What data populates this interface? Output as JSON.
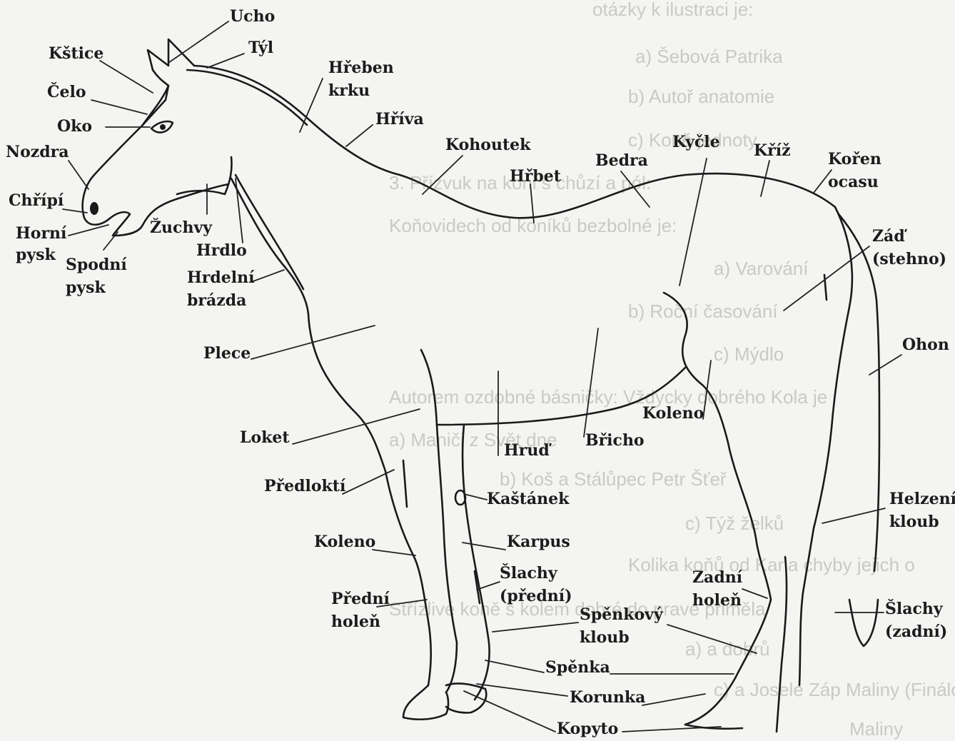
{
  "background_text": [
    "otázky k ilustraci je:",
    "a) Šebová Patrika",
    "b) Autoř anatomie",
    "c) Koně jednoty",
    "3. Přízvuk na koni s chůzí a pól:",
    "Koňovidech od koníků bezbolné je:",
    "a) Varování",
    "b) Roční časování",
    "c) Mýdlo",
    "Autorem ozdobné básničky: Vždycky dobrého Kola je",
    "a) Maniči z Svět dne",
    "b) Koš a Stálůpec Petr Šťeř",
    "c) Týž želků",
    "Kolika koňů od Karla chyby jejich o",
    "Střízlivé koně s kolem dobré do pravé přiměla",
    "a) a dobrů",
    "c) a Josele Záp                    Maliny (Finálové)",
    "Maliny"
  ],
  "labels": {
    "ucho": "Ucho",
    "tyl": "Týl",
    "kstice": "Kštice",
    "celo": "Čelo",
    "oko": "Oko",
    "nozdra": "Nozdra",
    "chripi": "Chřípí",
    "horni_pysk_1": "Horní",
    "horni_pysk_2": "pysk",
    "spodni_pysk_1": "Spodní",
    "spodni_pysk_2": "pysk",
    "zuchvy": "Žuchvy",
    "hrdlo": "Hrdlo",
    "hrdelni_brazda_1": "Hrdelní",
    "hrdelni_brazda_2": "brázda",
    "hreben_krku_1": "Hřeben",
    "hreben_krku_2": "krku",
    "hriva": "Hříva",
    "kohoutek": "Kohoutek",
    "hrbet": "Hřbet",
    "bedra": "Bedra",
    "kycle": "Kyčle",
    "kriz": "Kříž",
    "koren_ocasu_1": "Kořen",
    "koren_ocasu_2": "ocasu",
    "zad_1": "Záď",
    "zad_2": "(stehno)",
    "ohon": "Ohon",
    "plece": "Plece",
    "loket": "Loket",
    "hrud": "Hruď",
    "bricho": "Břicho",
    "koleno_zadni": "Koleno",
    "predlokti": "Předloktí",
    "kastanek": "Kaštánek",
    "helzeni_kloub_1": "Helzení",
    "helzeni_kloub_2": "kloub",
    "koleno_predni": "Koleno",
    "karpus": "Karpus",
    "slachy_predni_1": "Šlachy",
    "slachy_predni_2": "(přední)",
    "predni_holen_1": "Přední",
    "predni_holen_2": "holeň",
    "zadni_holen_1": "Zadní",
    "zadni_holen_2": "holeň",
    "spenkovy_kloub_1": "Spěnkový",
    "spenkovy_kloub_2": "kloub",
    "slachy_zadni_1": "Šlachy",
    "slachy_zadni_2": "(zadní)",
    "spenka": "Spěnka",
    "korunka": "Korunka",
    "kopyto": "Kopyto"
  }
}
